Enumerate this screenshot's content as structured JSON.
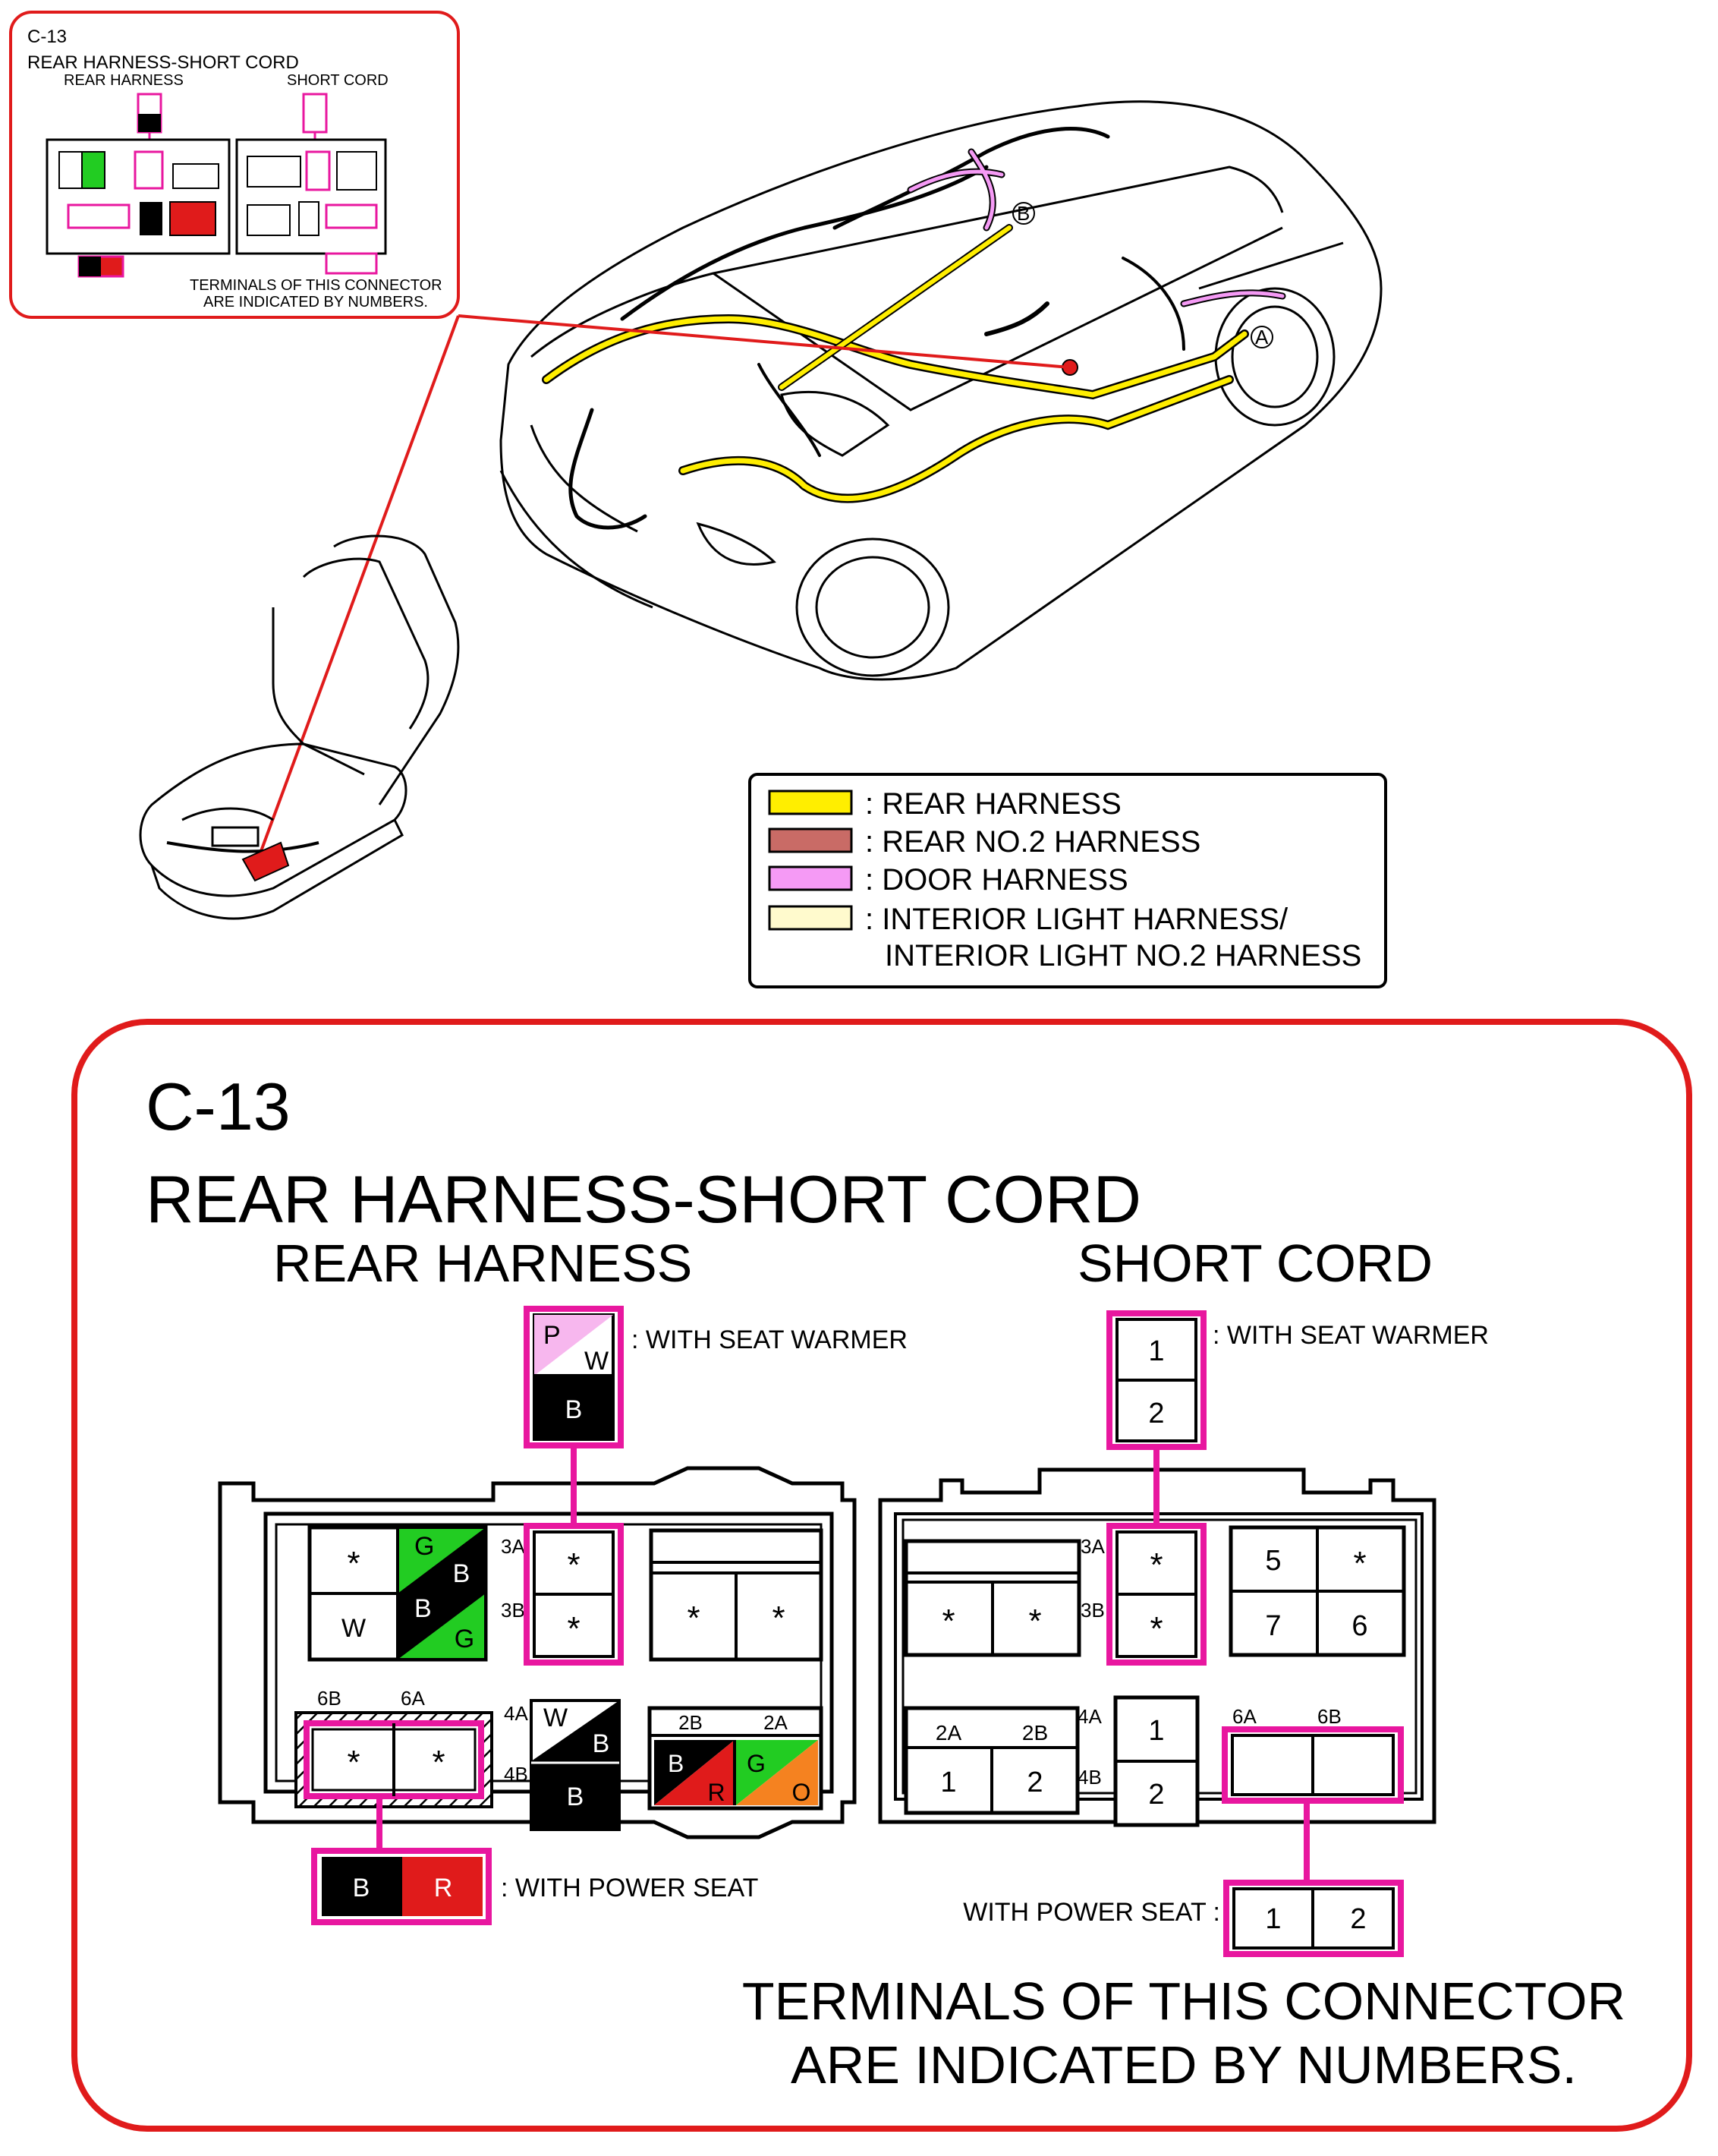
{
  "connector": {
    "id": "C-13",
    "title": "REAR HARNESS-SHORT CORD",
    "left_name": "REAR HARNESS",
    "right_name": "SHORT CORD",
    "note_line1": "TERMINALS OF THIS CONNECTOR",
    "note_line2": "ARE INDICATED BY NUMBERS."
  },
  "options": {
    "seat_warmer_left": ": WITH SEAT WARMER",
    "seat_warmer_right": ": WITH SEAT WARMER",
    "power_seat_left": ": WITH POWER SEAT",
    "power_seat_right": "WITH POWER SEAT :"
  },
  "legend": [
    {
      "label": ": REAR HARNESS",
      "color": "#ffee00"
    },
    {
      "label": ": REAR NO.2 HARNESS",
      "color": "#c96b66"
    },
    {
      "label": ": DOOR HARNESS",
      "color": "#f59af5"
    },
    {
      "label": ": INTERIOR LIGHT HARNESS/",
      "label2": "INTERIOR LIGHT NO.2 HARNESS",
      "color": "#fffacd"
    }
  ],
  "car_markers": {
    "a": "A",
    "b": "B"
  },
  "wire": {
    "P": "P",
    "W": "W",
    "B": "B",
    "G": "G",
    "R": "R",
    "O": "O",
    "star": "*"
  },
  "pins": {
    "p3A": "3A",
    "p3B": "3B",
    "p4A": "4A",
    "p4B": "4B",
    "p6A": "6A",
    "p6B": "6B",
    "p2A": "2A",
    "p2B": "2B",
    "n1": "1",
    "n2": "2",
    "n5": "5",
    "n6": "6",
    "n7": "7"
  },
  "colors": {
    "magenta": "#e8179f",
    "red": "#e01b1b",
    "green": "#22cc22",
    "orange": "#f58220",
    "pink": "#f7b7ee",
    "yellow": "#ffee00"
  }
}
